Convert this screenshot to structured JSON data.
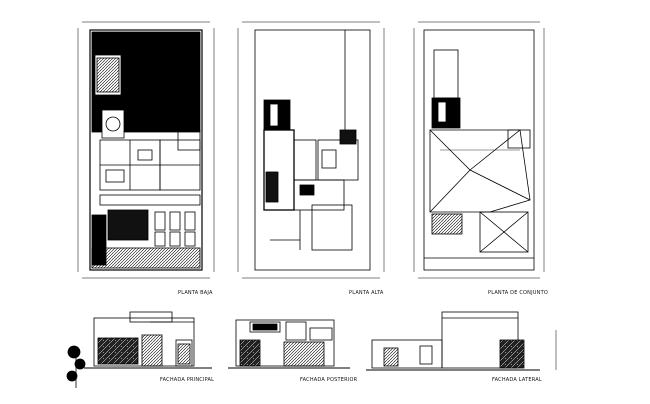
{
  "drawing": {
    "plans": [
      {
        "id": "planta-baja",
        "title": "PLANTA BAJA"
      },
      {
        "id": "planta-alta",
        "title": "PLANTA ALTA"
      },
      {
        "id": "planta-conjunto",
        "title": "PLANTA DE CONJUNTO"
      }
    ],
    "elevations": [
      {
        "id": "fachada-principal",
        "title": "FACHADA PRINCIPAL"
      },
      {
        "id": "fachada-posterior",
        "title": "FACHADA POSTERIOR"
      },
      {
        "id": "fachada-lateral",
        "title": "FACHADA LATERAL"
      }
    ]
  }
}
